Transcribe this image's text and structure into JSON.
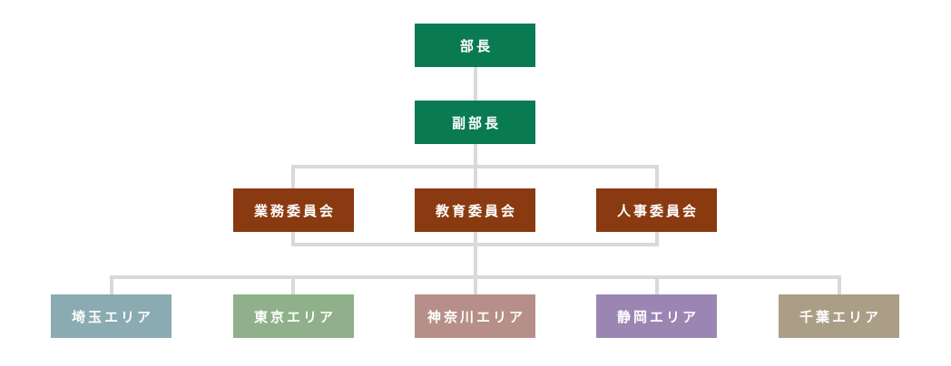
{
  "colors": {
    "connector": "#d9d9d9",
    "text": "#ffffff",
    "executive": "#0a7a52",
    "committee": "#8a3a10",
    "area_saitama": "#8aabb1",
    "area_tokyo": "#8fb08a",
    "area_kanagawa": "#b69088",
    "area_shizuoka": "#9b86b3",
    "area_chiba": "#aa9e86"
  },
  "org": {
    "head": {
      "label": "部長"
    },
    "deputy": {
      "label": "副部長"
    },
    "committees": [
      {
        "label": "業務委員会"
      },
      {
        "label": "教育委員会"
      },
      {
        "label": "人事委員会"
      }
    ],
    "areas": [
      {
        "label": "埼玉エリア"
      },
      {
        "label": "東京エリア"
      },
      {
        "label": "神奈川エリア"
      },
      {
        "label": "静岡エリア"
      },
      {
        "label": "千葉エリア"
      }
    ]
  }
}
